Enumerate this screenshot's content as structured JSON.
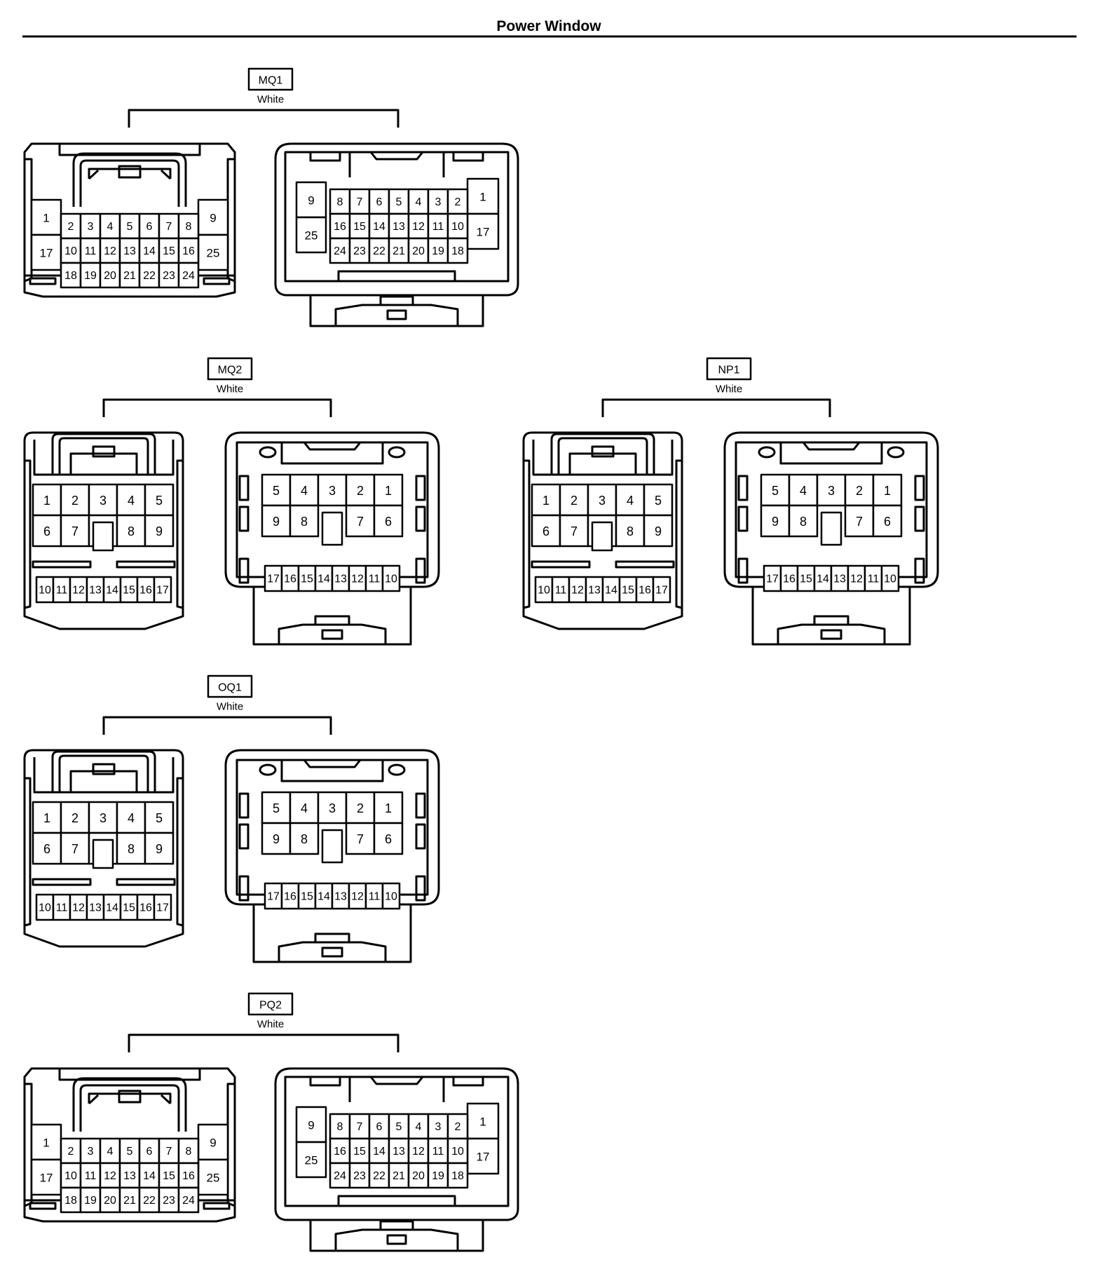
{
  "page": {
    "title": "Power Window"
  },
  "connectors": [
    {
      "id": "MQ1",
      "color": "White",
      "style": "large"
    },
    {
      "id": "MQ2",
      "color": "White",
      "style": "small"
    },
    {
      "id": "NP1",
      "color": "White",
      "style": "small"
    },
    {
      "id": "OQ1",
      "color": "White",
      "style": "small"
    },
    {
      "id": "PQ2",
      "color": "White",
      "style": "large"
    }
  ],
  "pin_layouts": {
    "large_male": {
      "left_big": [
        1,
        17
      ],
      "right_big": [
        9,
        25
      ],
      "rows": [
        [
          2,
          3,
          4,
          5,
          6,
          7,
          8
        ],
        [
          10,
          11,
          12,
          13,
          14,
          15,
          16
        ],
        [
          18,
          19,
          20,
          21,
          22,
          23,
          24
        ]
      ]
    },
    "large_female": {
      "left_big": [
        9,
        25
      ],
      "right_big": [
        1,
        17
      ],
      "rows": [
        [
          8,
          7,
          6,
          5,
          4,
          3,
          2
        ],
        [
          16,
          15,
          14,
          13,
          12,
          11,
          10
        ],
        [
          24,
          23,
          22,
          21,
          20,
          19,
          18
        ]
      ]
    },
    "small_male": {
      "row1": [
        1,
        2,
        3,
        4,
        5
      ],
      "row2": [
        6,
        7,
        null,
        8,
        9
      ],
      "row3": [
        10,
        11,
        12,
        13,
        14,
        15,
        16,
        17
      ]
    },
    "small_female": {
      "row1": [
        5,
        4,
        3,
        2,
        1
      ],
      "row2": [
        9,
        8,
        null,
        7,
        6
      ],
      "row3": [
        17,
        16,
        15,
        14,
        13,
        12,
        11,
        10
      ]
    }
  }
}
